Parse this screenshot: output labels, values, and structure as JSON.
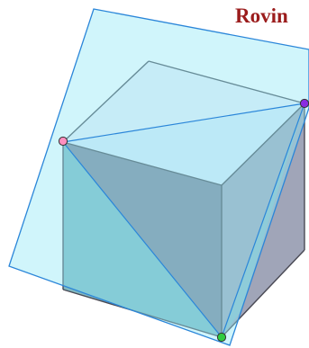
{
  "title": "Rovin",
  "colors": {
    "title": "#9b1c1c",
    "plane_fill": "#8ee7f5",
    "plane_stroke": "#2b86d9",
    "cube_front": "#7f8498",
    "cube_right": "#a0a5b8",
    "cube_top": "#eef0f8",
    "cube_edge": "#4a4a55",
    "cube_hidden_edge": "#5a5a66",
    "vertex_left": "#ff8fc0",
    "vertex_top_right": "#8a2be2",
    "vertex_bottom": "#2ecc40",
    "vertex_stroke": "#333333"
  },
  "vertices": [
    {
      "name": "left-vertex",
      "color_key": "vertex_left"
    },
    {
      "name": "top-right-vertex",
      "color_key": "vertex_top_right"
    },
    {
      "name": "bottom-vertex",
      "color_key": "vertex_bottom"
    }
  ]
}
